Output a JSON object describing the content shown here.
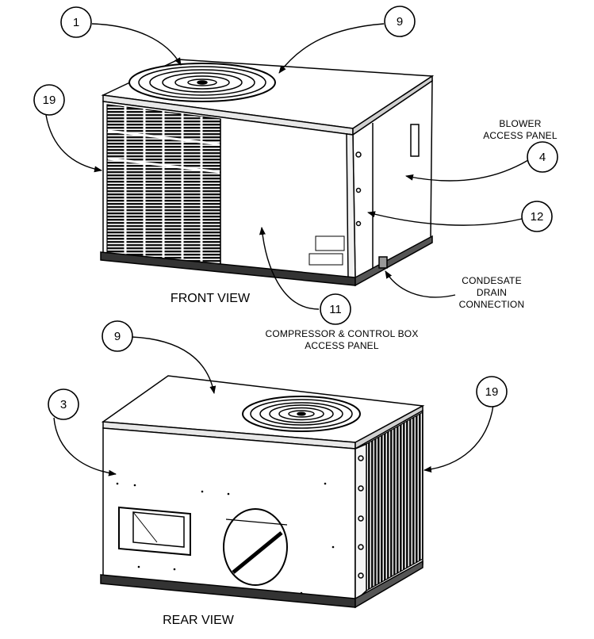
{
  "diagram": {
    "callouts": [
      {
        "id": "c1",
        "number": "1"
      },
      {
        "id": "c9a",
        "number": "9"
      },
      {
        "id": "c19a",
        "number": "19"
      },
      {
        "id": "c4",
        "number": "4"
      },
      {
        "id": "c12",
        "number": "12"
      },
      {
        "id": "c11",
        "number": "11"
      },
      {
        "id": "c9b",
        "number": "9"
      },
      {
        "id": "c3",
        "number": "3"
      },
      {
        "id": "c19b",
        "number": "19"
      }
    ],
    "labels": {
      "blower_line1": "BLOWER",
      "blower_line2": "ACCESS PANEL",
      "condensate_line1": "CONDESATE",
      "condensate_line2": "DRAIN",
      "condensate_line3": "CONNECTION",
      "compressor_line1": "COMPRESSOR & CONTROL BOX",
      "compressor_line2": "ACCESS PANEL"
    },
    "views": {
      "front": "FRONT VIEW",
      "rear": "REAR VIEW"
    }
  }
}
